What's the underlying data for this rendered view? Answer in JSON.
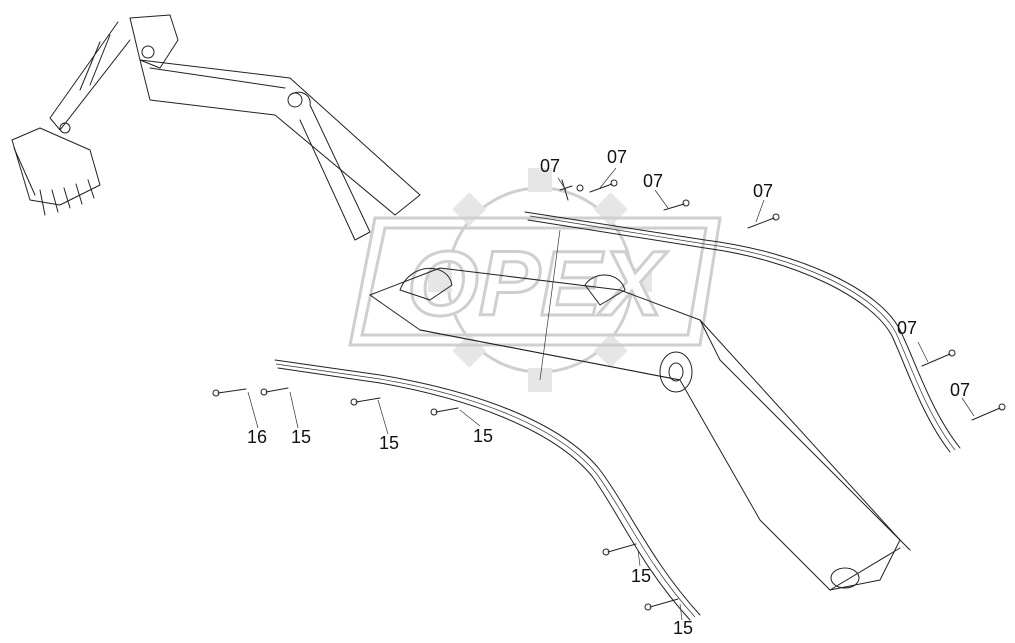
{
  "watermark": {
    "text": "OPEX",
    "color": "#d4d4d4"
  },
  "line_color": "#222222",
  "callouts": [
    {
      "id": "c1",
      "label": "07"
    },
    {
      "id": "c2",
      "label": "07"
    },
    {
      "id": "c3",
      "label": "07"
    },
    {
      "id": "c4",
      "label": "07"
    },
    {
      "id": "c5",
      "label": "07"
    },
    {
      "id": "c6",
      "label": "07"
    },
    {
      "id": "c7",
      "label": "16"
    },
    {
      "id": "c8",
      "label": "15"
    },
    {
      "id": "c9",
      "label": "15"
    },
    {
      "id": "c10",
      "label": "15"
    },
    {
      "id": "c11",
      "label": "15"
    },
    {
      "id": "c12",
      "label": "15"
    }
  ]
}
